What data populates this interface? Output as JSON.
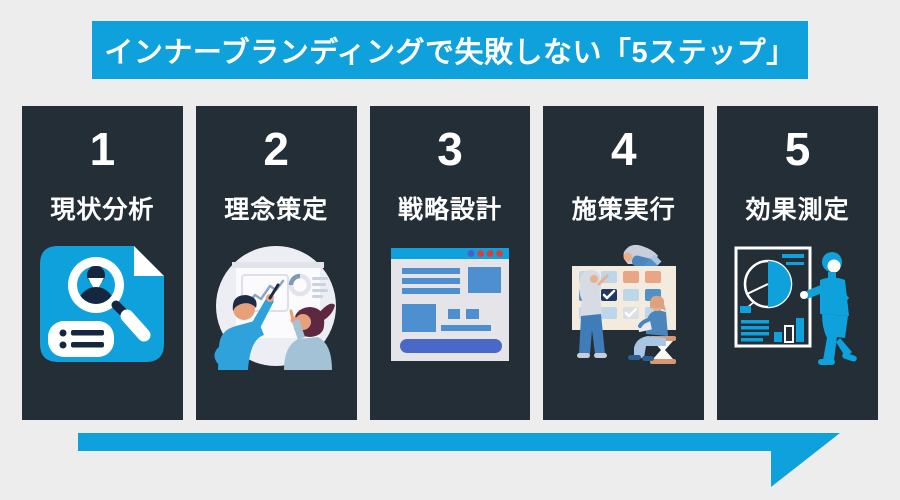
{
  "header": {
    "title": "インナーブランディングで失敗しない「5ステップ」"
  },
  "steps": [
    {
      "number": "1",
      "label": "現状分析",
      "icon": "document-search-icon"
    },
    {
      "number": "2",
      "label": "理念策定",
      "icon": "whiteboard-meeting-icon"
    },
    {
      "number": "3",
      "label": "戦略設計",
      "icon": "browser-wireframe-icon"
    },
    {
      "number": "4",
      "label": "施策実行",
      "icon": "task-board-icon"
    },
    {
      "number": "5",
      "label": "効果測定",
      "icon": "chart-presentation-icon"
    }
  ],
  "arrow": {
    "direction": "right"
  },
  "colors": {
    "accent_blue": "#0EA1DC",
    "card_background": "#242E37",
    "page_background": "#EDEDED",
    "text_white": "#FFFFFF",
    "navy": "#17263F",
    "medium_blue": "#4E8FD0",
    "royal_blue": "#4A68C8",
    "red": "#D6403B",
    "salmon": "#E9A687",
    "cream": "#F3ECDE"
  }
}
